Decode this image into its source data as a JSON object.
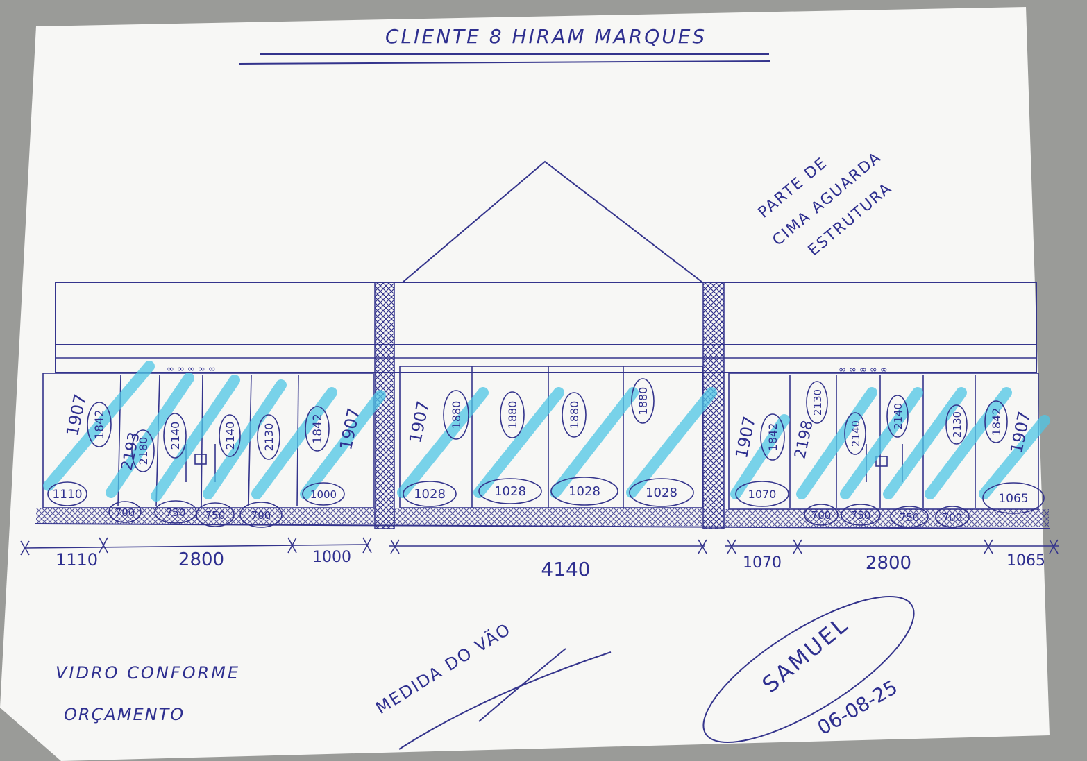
{
  "title": "CLIENTE 8 HIRAM MARQUES",
  "note_right": [
    "PARTE DE",
    "CIMA AGUARDA",
    "ESTRUTURA"
  ],
  "note_bottom_left": [
    "VIDRO CONFORME",
    "ORÇAMENTO"
  ],
  "note_bottom_center": "MEDIDA DO VÃO",
  "signature": "SAMUEL",
  "date": "06-08-25",
  "colors": {
    "ink": "#34348c",
    "highlight": "#4ec6e6",
    "paper": "#f7f7f5"
  },
  "dimensions_bottom": [
    "1110",
    "2800",
    "1000",
    "4140",
    "1070",
    "2800",
    "1065"
  ],
  "left_section": {
    "heights": [
      "1907",
      "2193",
      "1907"
    ],
    "panel_heights": [
      "1842",
      "2180",
      "2140",
      "2140",
      "2130",
      "1842"
    ],
    "panel_widths": [
      "1110",
      "700",
      "750",
      "750",
      "700",
      "1000"
    ]
  },
  "center_section": {
    "heights": [
      "1907"
    ],
    "panel_heights": [
      "1880",
      "1880",
      "1880",
      "1880"
    ],
    "panel_widths": [
      "1028",
      "1028",
      "1028",
      "1028"
    ]
  },
  "right_section": {
    "heights": [
      "1907",
      "2198",
      "1907"
    ],
    "panel_heights": [
      "1842",
      "2130",
      "2140",
      "2140",
      "2130",
      "1842"
    ],
    "panel_widths": [
      "1070",
      "700",
      "750",
      "750",
      "700",
      "1065"
    ]
  }
}
